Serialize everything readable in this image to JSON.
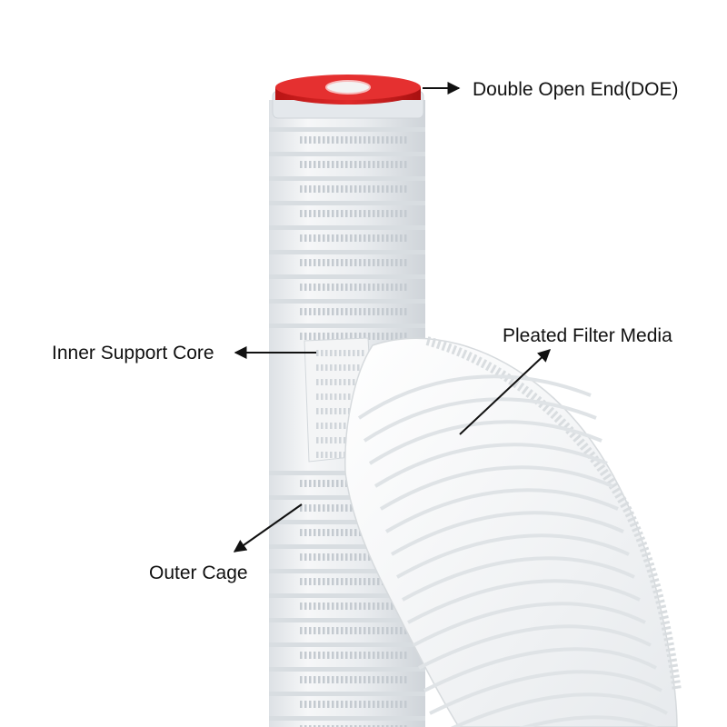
{
  "labels": {
    "double_open_end": "Double Open End(DOE)",
    "pleated_filter_media": "Pleated Filter Media",
    "inner_support_core": "Inner Support Core",
    "outer_cage": "Outer Cage"
  },
  "colors": {
    "end_cap": "#d42020",
    "cartridge_body": "#eceff2",
    "cage_slot": "#c4cad0",
    "media": "#f7f8f9",
    "arrow": "#111111",
    "text": "#111111"
  }
}
